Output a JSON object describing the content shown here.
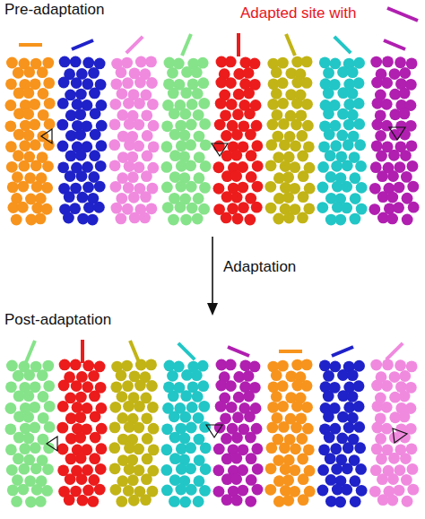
{
  "diagram": {
    "labels": [
      "Pre-adaptation",
      "Adapted site with",
      "Adaptation",
      "Post-adaptation"
    ]
  }
}
